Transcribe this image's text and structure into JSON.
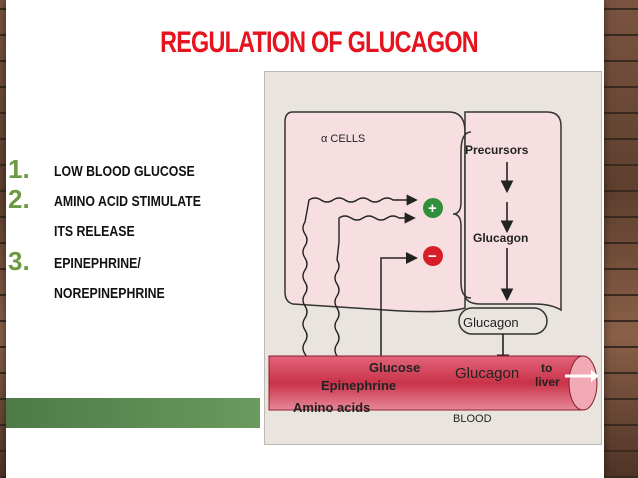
{
  "slide": {
    "title": "REGULATION OF GLUCAGON",
    "items": [
      {
        "num": "1.",
        "lines": [
          "LOW BLOOD GLUCOSE"
        ]
      },
      {
        "num": "2.",
        "lines": [
          "AMINO ACID STIMULATE",
          "ITS RELEASE"
        ]
      },
      {
        "num": "3.",
        "lines": [
          "EPINEPHRINE/",
          "NOREPINEPHRINE"
        ]
      }
    ]
  },
  "figure": {
    "cell_label": "α CELLS",
    "precursors": "Precursors",
    "glucagon_inner": "Glucagon",
    "glucagon_granule": "Glucagon",
    "plus": "+",
    "minus": "−",
    "glucose": "Glucose",
    "epinephrine": "Epinephrine",
    "glucagon_blood": "Glucagon",
    "to_liver_1": "to",
    "to_liver_2": "liver",
    "amino_acids": "Amino acids",
    "blood": "BLOOD"
  },
  "colors": {
    "title": "#e6121e",
    "numbers": "#6c9a43",
    "cell_fill": "#f7dfe1",
    "vessel": "#d9475a",
    "plus": "#2f8f3a",
    "minus": "#d61d2a"
  }
}
